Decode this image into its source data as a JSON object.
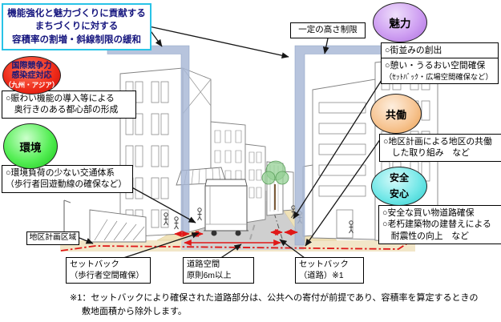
{
  "header_box": {
    "lines": [
      "機能強化と魅力づくりに貢献する",
      "まちづくりに対する",
      "容積率の割増・斜線制限の緩和"
    ]
  },
  "height_limit": {
    "label": "一定の高さ制限"
  },
  "badges": {
    "miryoku": {
      "label": "魅力"
    },
    "kokusai": {
      "lines": [
        "国際競争力",
        "感染症対応",
        "（九州・アジア）"
      ]
    },
    "kankyo": {
      "label": "環境"
    },
    "kyodo": {
      "label": "共働"
    },
    "anzen": {
      "lines": [
        "安全",
        "安心"
      ]
    }
  },
  "callouts": {
    "nigiwai": {
      "lines": [
        "○賑わい機能の導入等による",
        "　奥行きのある都心部の形成"
      ]
    },
    "kankyo_fuka": {
      "lines": [
        "○環境負荷の少ない交通体系",
        "（歩行者回遊動線の確保など）"
      ]
    },
    "machinami": {
      "label": "○街並みの創出"
    },
    "ikoi": {
      "lines": [
        "○憩い・うるおい空間確保",
        "（ｾｯﾄﾊﾞｯｸ・広場空間確保など）"
      ]
    },
    "chiku_kyodo": {
      "lines": [
        "○地区計画による地区の共働",
        "　した取り組み　など"
      ]
    },
    "anzen_anshin": {
      "lines": [
        "○安全な買い物道路確保",
        "○老朽建築物の建替えによる",
        "　耐震性の向上　など"
      ]
    },
    "chiku_keikaku_kuiki": {
      "label": "地区計画区域"
    },
    "setback_left": {
      "lines": [
        "セットバック",
        "（歩行者空間確保）"
      ]
    },
    "road_space": {
      "lines": [
        "道路空間",
        "原則6m以上"
      ]
    },
    "setback_right": {
      "lines": [
        "セットバック",
        "（道路）※1"
      ]
    }
  },
  "footnote": {
    "lines": [
      "※1：セットバックにより確保された道路部分は、公共への寄付が前提であり、容積率を算定するときの",
      "敷地面積から除外します。"
    ]
  },
  "colors": {
    "header_border": "#29c3e7",
    "header_text": "#15157e",
    "height_band": "#a7b7d6",
    "boundary_red": "#e01818",
    "badge_miryoku": "#cfa0f2",
    "badge_kokusai": "#e02018",
    "badge_kankyo": "#44dd44",
    "badge_kyodo": "#f7c695",
    "badge_anzen": "#55dddd"
  }
}
